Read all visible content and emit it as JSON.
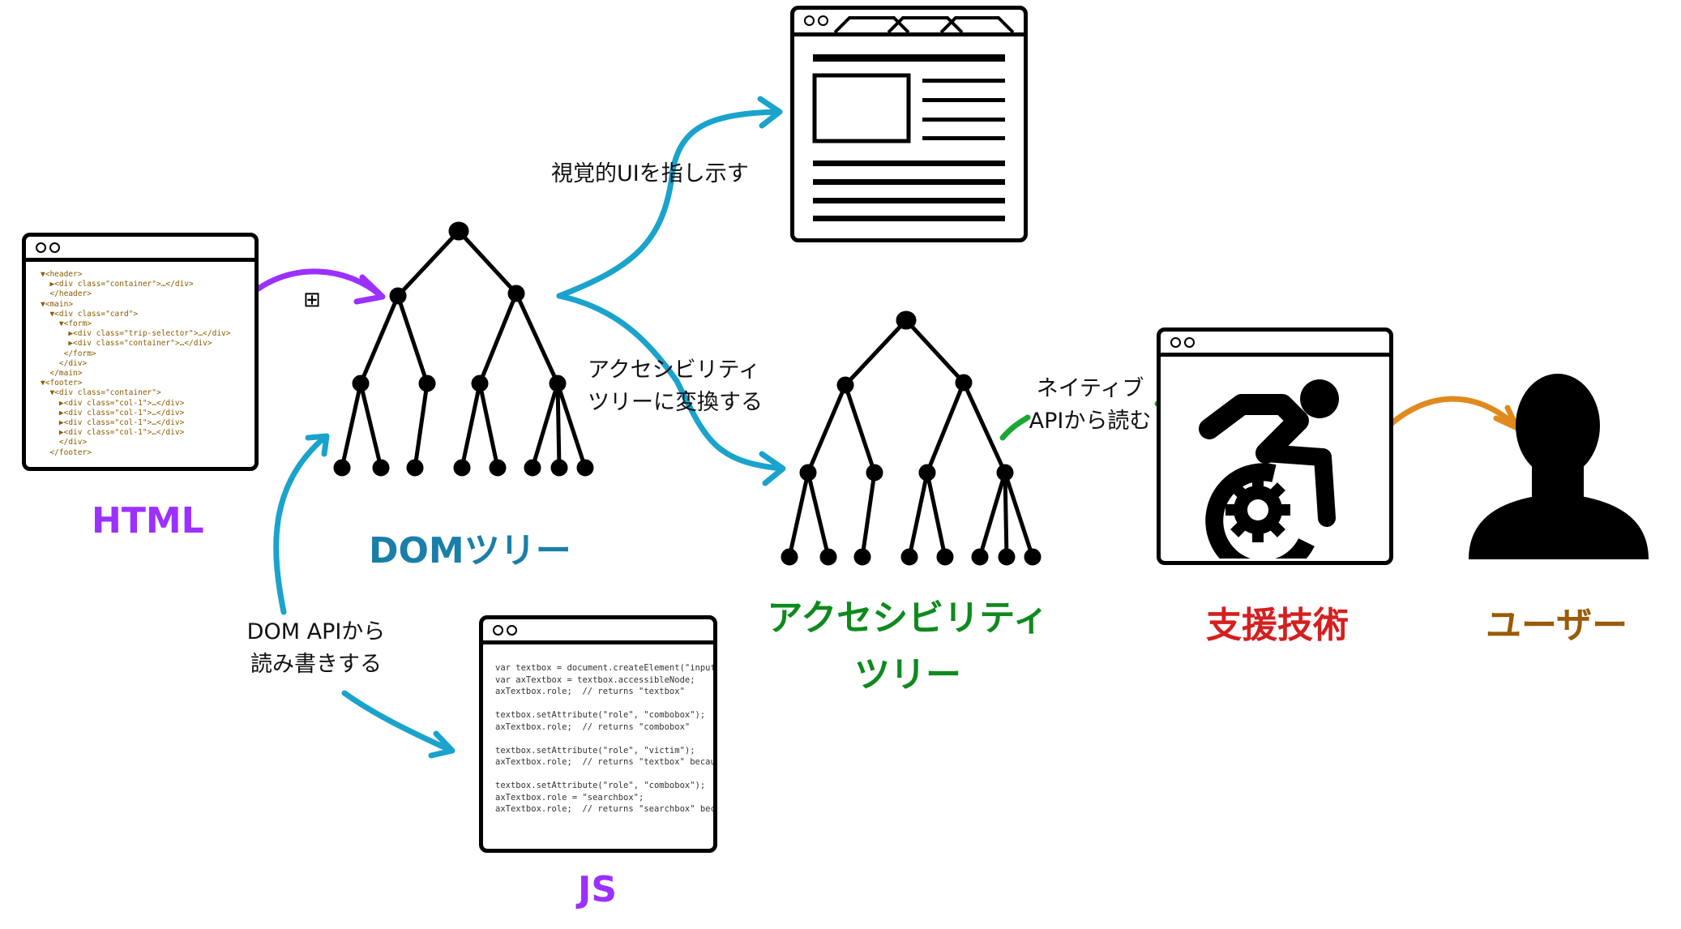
{
  "labels": {
    "html": "HTML",
    "dom_tree": "DOMツリー",
    "a11y_tree_line1": "アクセシビリティ",
    "a11y_tree_line2": "ツリー",
    "assistive_tech": "支援技術",
    "user": "ユーザー",
    "js": "JS"
  },
  "edges": {
    "points_to_visual_ui": "視覚的UIを指し示す",
    "convert_line1": "アクセシビリティ",
    "convert_line2": "ツリーに変換する",
    "native_line1": "ネイティブ",
    "native_line2": "APIから読む",
    "dom_api_line1": "DOM APIから",
    "dom_api_line2": "読み書きする"
  },
  "html_code": [
    "▼<header>",
    "  ▶<div class=\"container\">…</div>",
    "  </header>",
    "▼<main>",
    "  ▼<div class=\"card\">",
    "    ▼<form>",
    "      ▶<div class=\"trip-selector\">…</div>",
    "      ▶<div class=\"container\">…</div>",
    "     </form>",
    "    </div>",
    "  </main>",
    "▼<footer>",
    "  ▼<div class=\"container\">",
    "    ▶<div class=\"col-1\">…</div>",
    "    ▶<div class=\"col-1\">…</div>",
    "    ▶<div class=\"col-1\">…</div>",
    "    ▶<div class=\"col-1\">…</div>",
    "    </div>",
    "  </footer>"
  ],
  "js_code": [
    "var textbox = document.createElement(\"input",
    "var axTextbox = textbox.accessibleNode;",
    "axTextbox.role;  // returns \"textbox\"",
    "",
    "textbox.setAttribute(\"role\", \"combobox\");",
    "axTextbox.role;  // returns \"combobox\"",
    "",
    "textbox.setAttribute(\"role\", \"victim\");",
    "axTextbox.role;  // returns \"textbox\" becau",
    "",
    "textbox.setAttribute(\"role\", \"combobox\");",
    "axTextbox.role = \"searchbox\";",
    "axTextbox.role;  // returns \"searchbox\" bec"
  ],
  "expand_glyph": "⊞",
  "colors": {
    "html": "#9b30ff",
    "dom": "#1a7fa8",
    "a11y": "#0f8a1e",
    "assistive": "#d42020",
    "user": "#9a5a06",
    "js": "#9b30ff",
    "arrow_purple": "#9b30ff",
    "arrow_blue": "#1aa3cc",
    "arrow_green": "#1aa832",
    "arrow_orange": "#e08a1e"
  },
  "icons": [
    "browser-window-icon",
    "tree-icon",
    "accessibility-wheelchair-icon",
    "user-silhouette-icon"
  ]
}
